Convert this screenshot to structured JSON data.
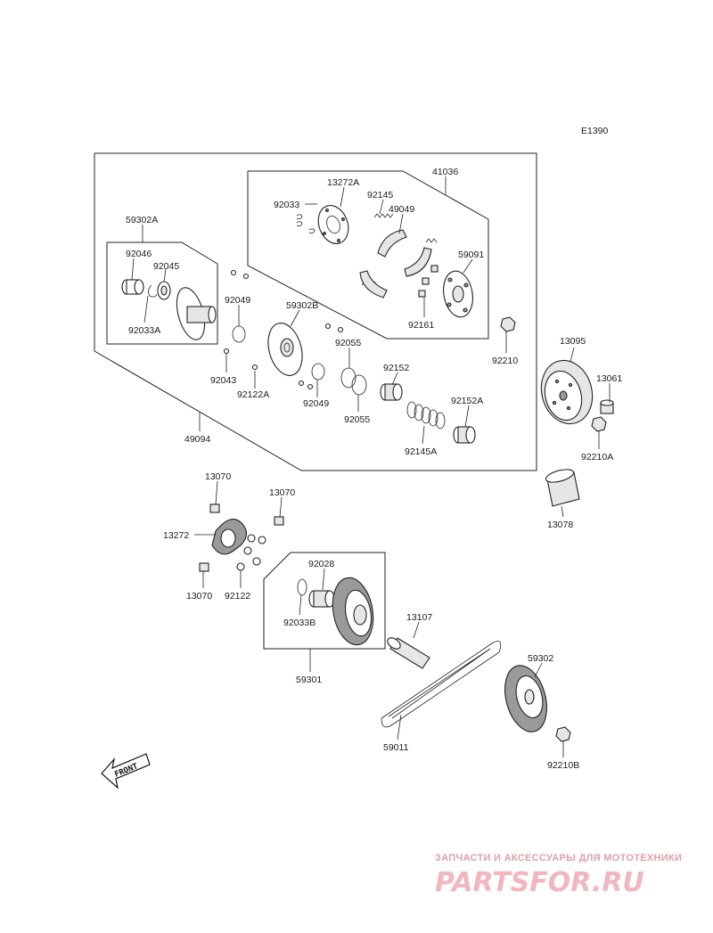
{
  "figure_code": "E1390",
  "front_label": "FRONT",
  "watermark": {
    "subtitle": "ЗАПЧАСТИ И АКСЕССУАРЫ ДЛЯ МОТОТЕХНИКИ",
    "brand": "PARTSFOR.RU"
  },
  "parts": {
    "p41036": "41036",
    "p13272A": "13272A",
    "p92033": "92033",
    "p92145": "92145",
    "p49049_top": "49049",
    "p59091": "59091",
    "p92161": "92161",
    "p92210": "92210",
    "p59302A": "59302A",
    "p92046": "92046",
    "p92045": "92045",
    "p92033A": "92033A",
    "p92049_a": "92049",
    "p59302B": "59302B",
    "p92055_a": "92055",
    "p92152": "92152",
    "p92043": "92043",
    "p92122A": "92122A",
    "p92049_b": "92049",
    "p92055_b": "92055",
    "p92152A": "92152A",
    "p92145A": "92145A",
    "p49094": "49094",
    "p13095": "13095",
    "p13061": "13061",
    "p92210A": "92210A",
    "p13078": "13078",
    "p13070_a": "13070",
    "p13070_b": "13070",
    "p13272": "13272",
    "p13070_c": "13070",
    "p92122": "92122",
    "p92028": "92028",
    "p92033B": "92033B",
    "p59301": "59301",
    "p13107": "13107",
    "p59302": "59302",
    "p59011": "59011",
    "p92210B": "92210B"
  }
}
